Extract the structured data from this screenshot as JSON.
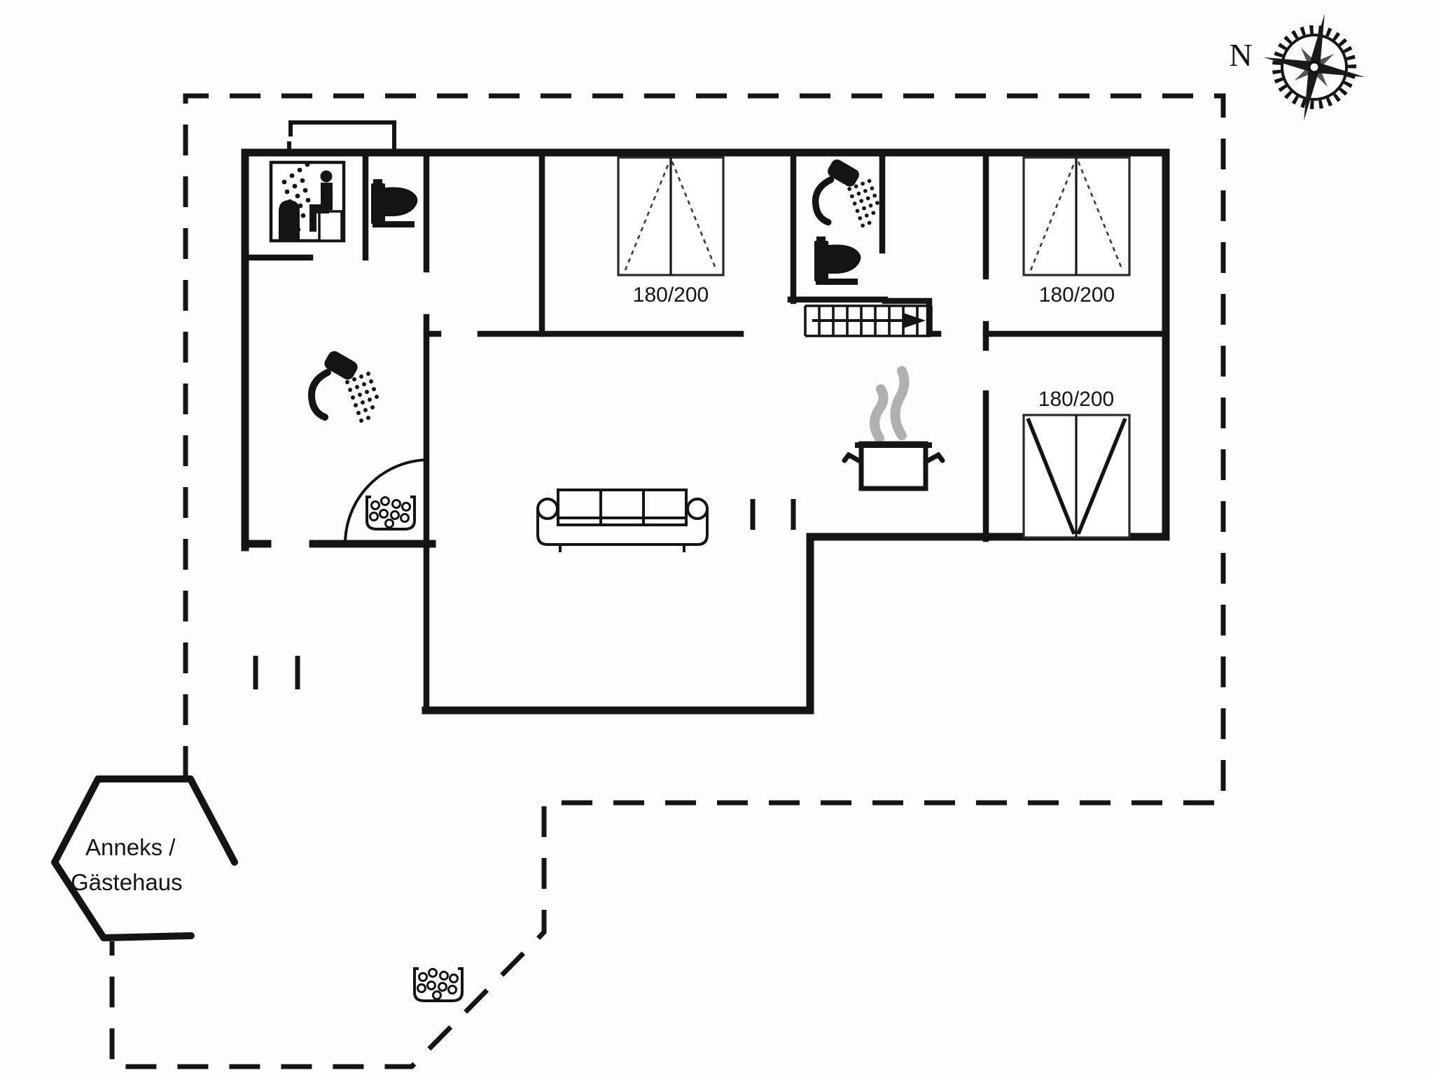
{
  "plan": {
    "compass_label": "N",
    "bed_labels": [
      "180/200",
      "180/200",
      "180/200"
    ],
    "annex": {
      "line1": "Anneks /",
      "line2": "Gästehaus"
    },
    "colors": {
      "wall": "#141414",
      "steam_gray": "#b0b0b0",
      "background": "#fdfdfd"
    },
    "icons": {
      "compass-rose-icon": "compass rose with north needle",
      "sauna-icon": "person sitting in sauna with steam",
      "toilet-icon": "toilet side silhouette",
      "shower-icon": "hand shower head with water spray",
      "double-bed-symbol": "double bed with duvet triangles",
      "stairs-icon": "staircase with direction arrow",
      "sofa-icon": "three seat sofa top view",
      "cooking-pot-icon": "steaming cooking pot (kitchen)",
      "grill-icon": "stone box / grill",
      "door-swing-arc": "door swing arc",
      "terrace-boundary": "dashed plot / terrace boundary",
      "annex-hexagon": "annex / guest house outline"
    }
  }
}
